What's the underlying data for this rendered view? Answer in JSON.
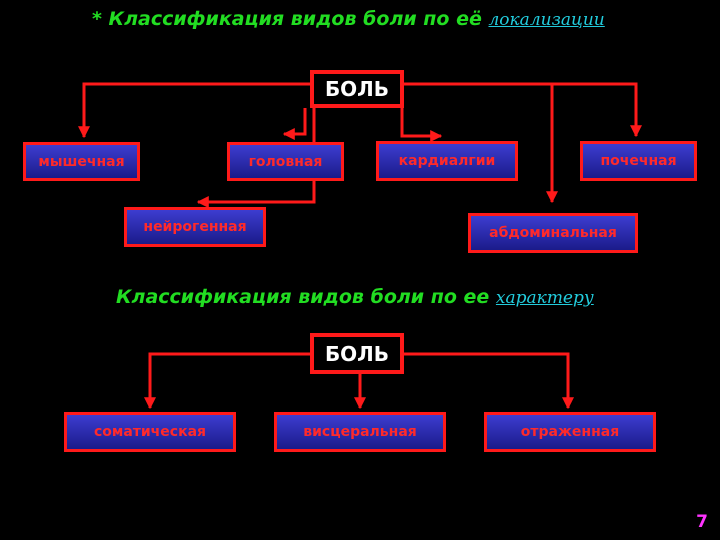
{
  "title1": {
    "prefix": "*  Классификация видов боли по её ",
    "highlight": "локализации"
  },
  "diagram1": {
    "root": "БОЛЬ",
    "nodes": [
      "мышечная",
      "головная",
      "кардиалгии",
      "почечная",
      "нейрогенная",
      "абдоминальная"
    ]
  },
  "title2": {
    "prefix": "Классификация видов боли по ее ",
    "highlight": "характеру"
  },
  "diagram2": {
    "root": "БОЛЬ",
    "nodes": [
      "соматическая",
      "висцеральная",
      "отраженная"
    ]
  },
  "page_number": "7",
  "colors": {
    "background": "#000000",
    "arrow": "#ff1a1a",
    "title": "#22dd22",
    "highlight": "#22ccdd",
    "box_fill": "#2d2db0",
    "page_number": "#ff33ff"
  }
}
